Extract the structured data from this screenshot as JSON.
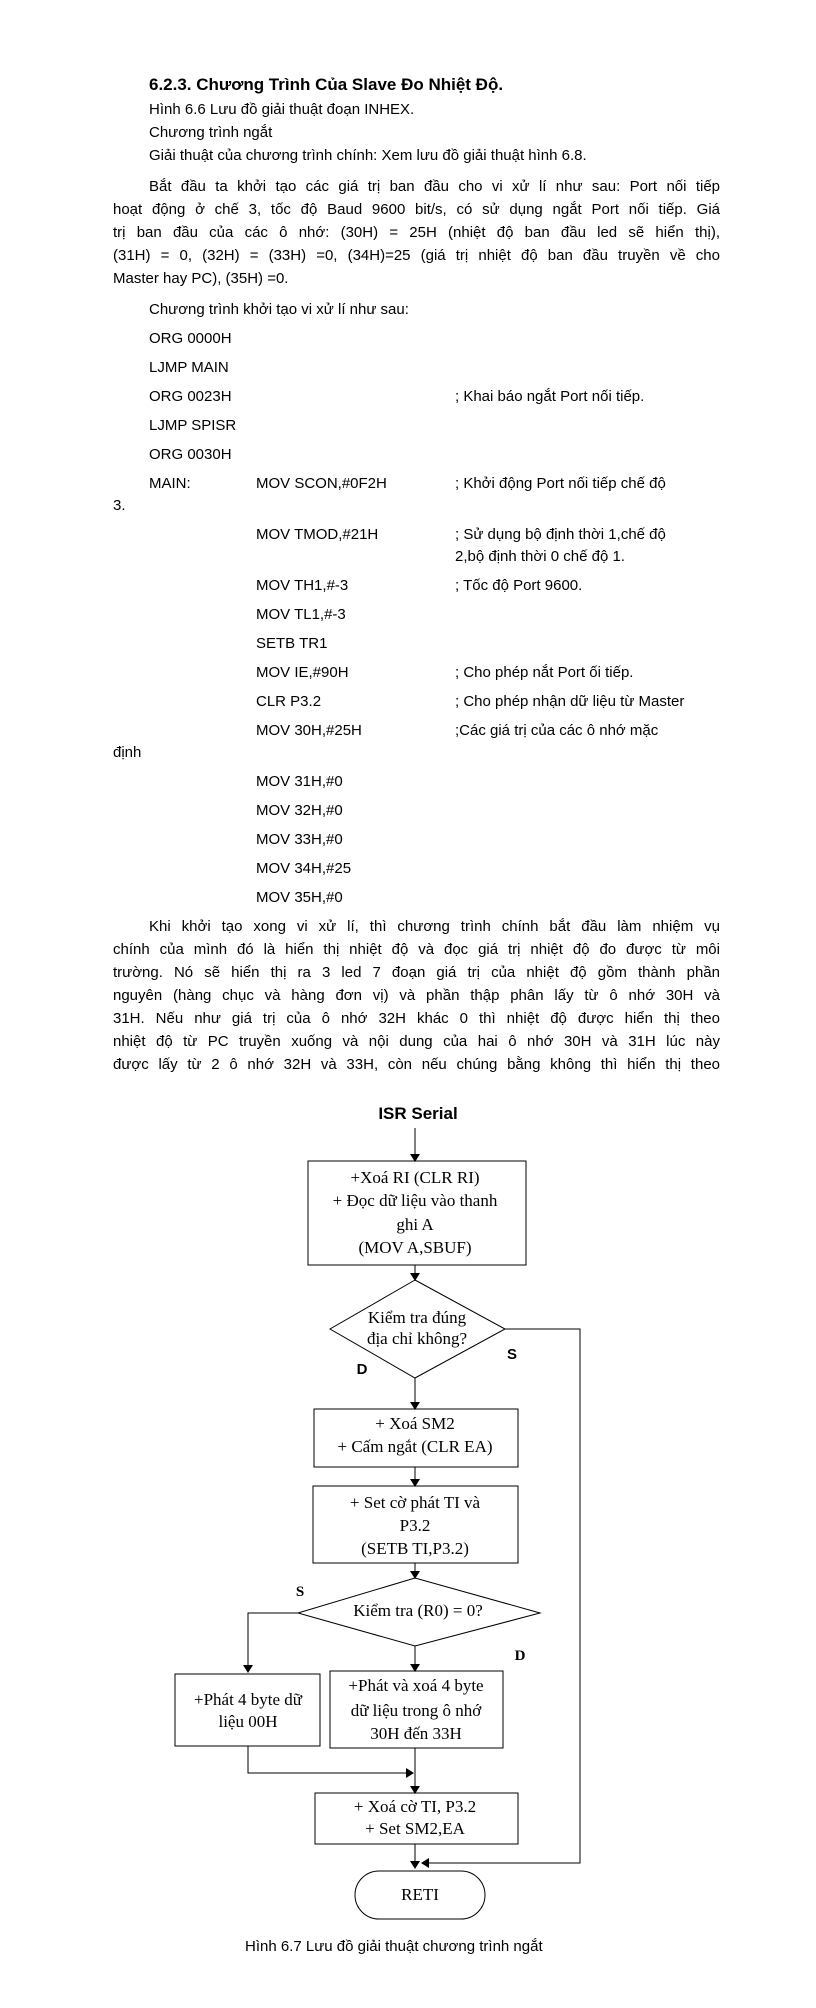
{
  "heading": "6.2.3. Chương Trình Của Slave Đo Nhiệt Độ.",
  "overlay_caption_top": "Hình 6.6 Lưu đồ giải thuật đoạn INHEX.",
  "overlay_label": "Chương trình ngắt",
  "intro": "Giải thuật của chương trình chính: Xem lưu đồ giải thuật hình 6.8.",
  "para1": [
    "Bắt đầu ta khởi tạo các giá trị ban đầu cho vi xử lí như sau: Port nối tiếp",
    "hoạt động ở chế 3, tốc độ Baud 9600 bit/s, có sử dụng ngắt Port nối tiếp. Giá",
    "trị ban đầu của các ô nhớ: (30H) = 25H (nhiệt độ ban đầu led sẽ hiển thị),",
    "(31H) = 0, (32H) = (33H) =0, (34H)=25 (giá trị nhiệt độ ban đầu truyền về cho",
    "Master hay PC), (35H) =0."
  ],
  "init_title": "Chương trình khởi tạo vi xử lí như sau:",
  "code": {
    "org0": "ORG  0000H",
    "ljmp_main": "LJMP  MAIN",
    "org23": "ORG  0023H",
    "ljmp_spisr": "LJMP  SPISR",
    "org30": "ORG  0030H",
    "main_label": "MAIN:",
    "scon": "MOV  SCON,#0F2H",
    "tmod": "MOV  TMOD,#21H",
    "th1": "MOV  TH1,#-3",
    "tl1": "MOV  TL1,#-3",
    "setb": "SETB  TR1",
    "ie": "MOV  IE,#90H",
    "clr": "CLR  P3.2",
    "m30": "MOV  30H,#25H",
    "m31": "MOV  31H,#0",
    "m32": "MOV  32H,#0",
    "m33": "MOV  33H,#0",
    "m34": "MOV  34H,#25",
    "m35": "MOV  35H,#0"
  },
  "comments": {
    "c23": "; Khai báo ngắt Port nối tiếp.",
    "scon": "; Khởi động Port nối tiếp chế độ",
    "scon_cont": "3.",
    "tmod": "; Sử dụng bộ định thời 1,chế độ",
    "tmod_cont": "2,bộ định thời 0 chế độ 1.",
    "th1": "; Tốc độ Port 9600.",
    "ie": "; Cho phép nắt Port ối tiếp.",
    "clr": "; Cho phép nhận dữ liệu từ Master",
    "m30": ";Các giá trị của các ô nhớ mặc",
    "m30_cont": "định"
  },
  "para2": [
    "Khi khởi tạo xong vi xử lí, thì chương trình chính bắt đầu làm nhiệm vụ",
    "chính của mình đó là hiển thị nhiệt độ và đọc giá trị nhiệt độ đo được từ môi",
    "trường. Nó sẽ hiển thị ra 3 led 7 đoạn giá trị của nhiệt độ gồm thành phần",
    "nguyên (hàng chục và hàng đơn vị) và phần thập phân lấy từ ô nhớ 30H và",
    "31H. Nếu như giá trị của ô nhớ 32H khác 0 thì nhiệt độ được hiển thị theo",
    "nhiệt độ từ PC truyền xuống và nội dung của hai ô nhớ 30H và 31H lúc này",
    "được lấy từ 2 ô nhớ 32H và 33H, còn nếu chúng bằng không thì hiển thị theo"
  ],
  "flowchart": {
    "title": "ISR Serial",
    "box1": [
      "+Xoá RI  (CLR  RI)",
      "+ Đọc dữ liệu vào thanh",
      "ghi A",
      "(MOV A,SBUF)"
    ],
    "dec1": [
      "Kiểm tra đúng",
      "địa chỉ không?"
    ],
    "dec1_yes": "D",
    "dec1_no": "S",
    "box2": [
      "+ Xoá SM2",
      "+ Cấm ngắt (CLR EA)"
    ],
    "box3": [
      "+ Set  cờ phát TI  và",
      "P3.2",
      "(SETB TI,P3.2)"
    ],
    "dec2": "Kiểm tra (R0) = 0?",
    "dec2_no": "S",
    "dec2_yes": "D",
    "box4": [
      "+Phát 4 byte dữ",
      "liệu 00H"
    ],
    "box5": [
      "+Phát và xoá 4 byte",
      "dữ liệu trong ô nhớ",
      "30H  đến 33H"
    ],
    "box6": [
      "+ Xoá cờ TI, P3.2",
      "+ Set SM2,EA"
    ],
    "end": "RETI",
    "caption": "Hình 6.7 Lưu đồ giải thuật chương trình ngắt"
  }
}
